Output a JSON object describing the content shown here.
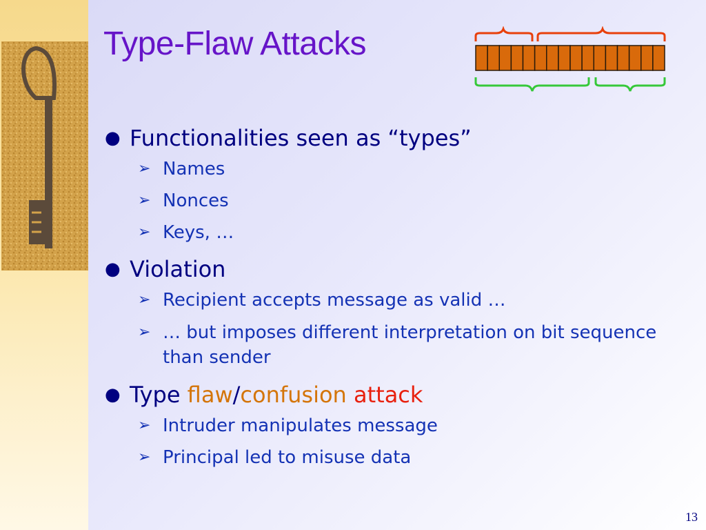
{
  "slide": {
    "title": "Type-Flaw Attacks",
    "page_number": "13",
    "bullets": [
      {
        "text": "Functionalities seen as “types”",
        "sub": [
          "Names",
          "Nonces",
          "Keys, …"
        ]
      },
      {
        "text": "Violation",
        "sub": [
          "Recipient accepts message as valid …",
          "… but imposes different interpretation on bit sequence than  sender"
        ]
      },
      {
        "text_parts": [
          "Type ",
          "flaw",
          "/",
          "confusion",
          " ",
          "attack"
        ],
        "sub": [
          "Intruder manipulates message",
          "Principal led to misuse data"
        ]
      }
    ]
  },
  "graphic": {
    "bit_cells": 16,
    "cell_color": "#d96a0b",
    "top_brace_color": "#e8400c",
    "bottom_brace_color": "#36c83a"
  },
  "colors": {
    "title": "#6614c8",
    "text": "#000080",
    "subtext": "#1432b4",
    "flaw": "#d4750a",
    "confusion": "#d4750a",
    "attack": "#e8200e"
  }
}
